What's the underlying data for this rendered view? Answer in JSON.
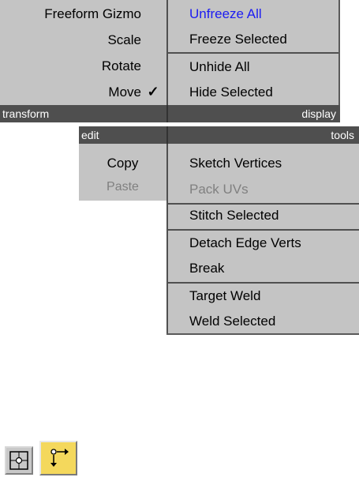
{
  "transform_menu": {
    "header": "transform",
    "items": [
      {
        "label": "Freeform Gizmo"
      },
      {
        "label": "Scale"
      },
      {
        "label": "Rotate"
      },
      {
        "label": "Move",
        "checked": true
      }
    ],
    "check_glyph": "✓"
  },
  "display_menu": {
    "header": "display",
    "items": [
      {
        "label": "Unfreeze All",
        "highlighted": true
      },
      {
        "label": "Freeze Selected"
      },
      {
        "label": "Unhide All"
      },
      {
        "label": "Hide Selected"
      }
    ]
  },
  "edit_menu": {
    "header": "edit",
    "items": [
      {
        "label": "Copy",
        "enabled": true
      },
      {
        "label": "Paste",
        "enabled": false
      }
    ]
  },
  "tools_menu": {
    "header": "tools",
    "items": [
      {
        "label": "Sketch Vertices",
        "enabled": true
      },
      {
        "label": "Pack UVs",
        "enabled": false
      },
      {
        "label": "Stitch Selected",
        "enabled": true
      },
      {
        "label": "Detach Edge Verts",
        "enabled": true
      },
      {
        "label": "Break",
        "enabled": true
      },
      {
        "label": "Target Weld",
        "enabled": true
      },
      {
        "label": "Weld Selected",
        "enabled": true
      }
    ]
  },
  "toolbar": {
    "buttons": [
      {
        "icon": "pivot-target-icon",
        "active": false
      },
      {
        "icon": "move-arrows-icon",
        "active": true
      }
    ]
  },
  "colors": {
    "menu_bg": "#c4c4c4",
    "header_bg": "#4f4f4f",
    "highlight_text": "#1c1cf2",
    "disabled_text": "#808080",
    "active_button": "#f4d85c"
  }
}
